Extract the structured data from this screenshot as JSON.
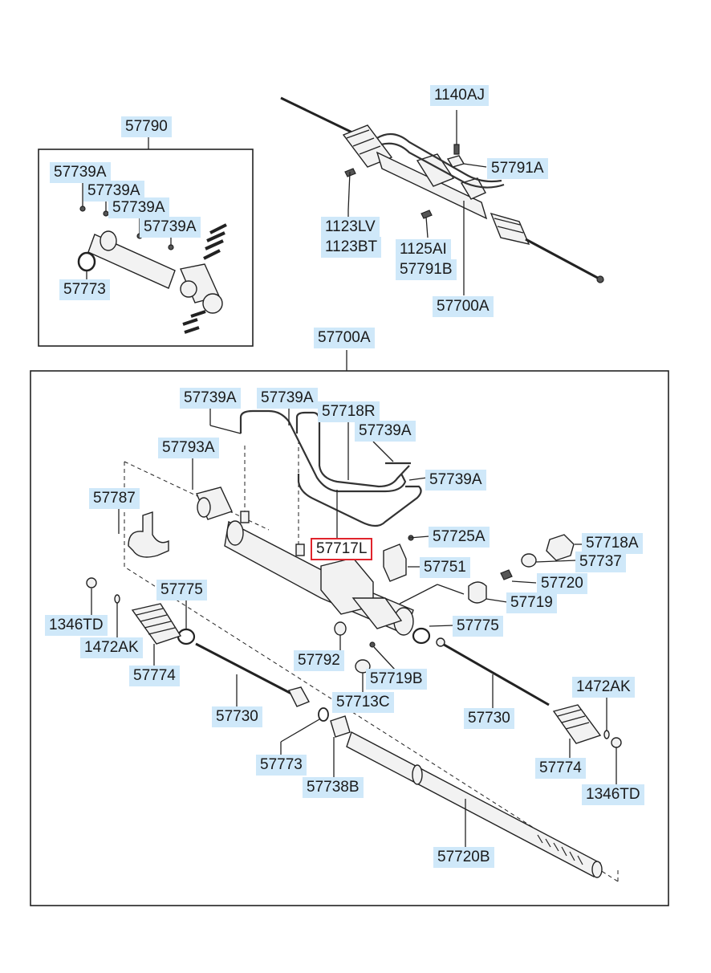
{
  "labels": {
    "l57790": "57790",
    "l57739A_box_1": "57739A",
    "l57739A_box_2": "57739A",
    "l57739A_box_3": "57739A",
    "l57739A_box_4": "57739A",
    "l57773_box": "57773",
    "l1140AJ": "1140AJ",
    "l57791A": "57791A",
    "l1123LV": "1123LV",
    "l1123BT": "1123BT",
    "l1125AI": "1125AI",
    "l57791B": "57791B",
    "l57700A_top": "57700A",
    "l57700A_box": "57700A",
    "l57739A_m1": "57739A",
    "l57739A_m2": "57739A",
    "l57718R": "57718R",
    "l57739A_m3": "57739A",
    "l57739A_m4": "57739A",
    "l57793A": "57793A",
    "l57787": "57787",
    "l57725A": "57725A",
    "l57717L": "57717L",
    "l57718A": "57718A",
    "l57737": "57737",
    "l57751": "57751",
    "l57720": "57720",
    "l57719": "57719",
    "l57775_l": "57775",
    "l57775_r": "57775",
    "l1346TD_l": "1346TD",
    "l1472AK_l": "1472AK",
    "l57774_l": "57774",
    "l57792": "57792",
    "l57719B": "57719B",
    "l57713C": "57713C",
    "l57730_l": "57730",
    "l57730_r": "57730",
    "l1472AK_r": "1472AK",
    "l57774_r": "57774",
    "l1346TD_r": "1346TD",
    "l57773_m": "57773",
    "l57738B": "57738B",
    "l57720B": "57720B"
  },
  "highlight": {
    "part": "57717L",
    "color": "#e0242c"
  },
  "colors": {
    "label_bg": "#cfe8f9",
    "line": "#222222"
  }
}
